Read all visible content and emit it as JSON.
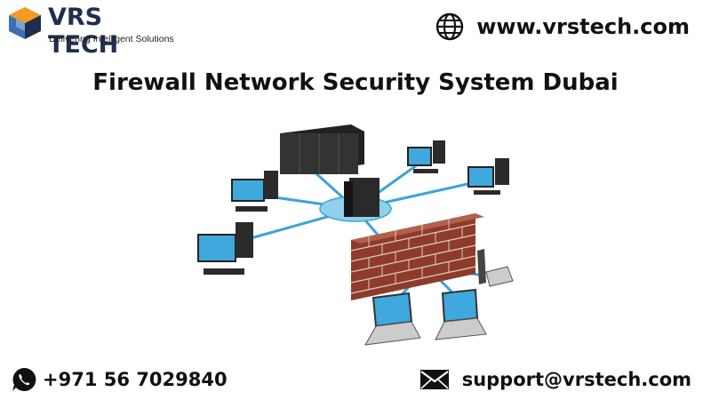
{
  "brand": {
    "name": "VRS TECH",
    "tagline": "Delivering Intelligent Solutions",
    "colors": {
      "navy": "#1f2e4d",
      "orange": "#f39a1f",
      "blue": "#3b6fb6"
    }
  },
  "header": {
    "website": "www.vrstech.com",
    "website_icon": "globe-icon"
  },
  "title": "Firewall Network Security System Dubai",
  "illustration": {
    "description_icon": "network-firewall-illustration",
    "colors": {
      "hub": "#8fd0ec",
      "cable": "#3aa5d6",
      "brick": "#8e3b2c",
      "mortar": "#d9c9b8",
      "monitor": "#3fa8dc"
    }
  },
  "footer": {
    "phone": "+971 56 7029840",
    "phone_icon": "whatsapp-icon",
    "email": "support@vrstech.com",
    "email_icon": "mail-icon"
  }
}
